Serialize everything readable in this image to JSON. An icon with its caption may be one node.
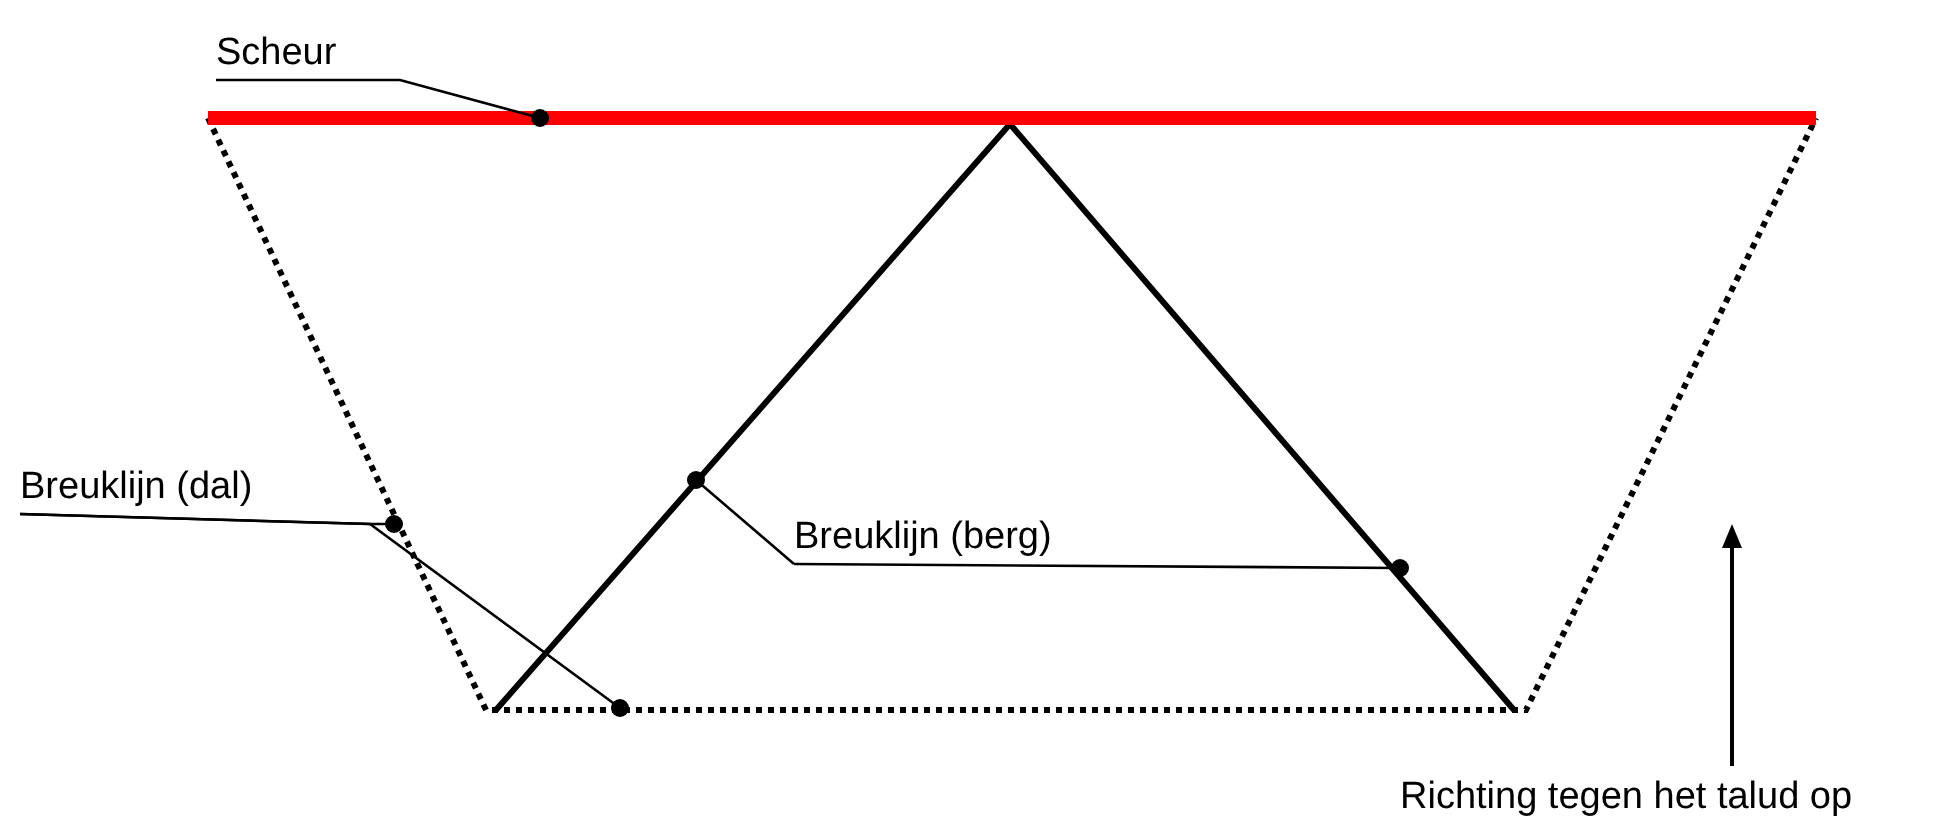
{
  "diagram": {
    "nodes": [
      {
        "text": [
          "Scheur"
        ]
      },
      {
        "text": [
          "Breuklijn (dal)"
        ]
      },
      {
        "text": [
          "Breuklijn (berg)"
        ]
      }
    ],
    "edges": [
      {
        "from": 0,
        "to": null,
        "arrow": "other"
      },
      {
        "from": 1,
        "to": null,
        "arrow": "other"
      },
      {
        "from": 1,
        "to": null,
        "arrow": "other"
      },
      {
        "from": 2,
        "to": null,
        "arrow": "other"
      },
      {
        "from": 2,
        "to": null,
        "arrow": "other"
      }
    ],
    "labels": [
      "Richting tegen het talud op"
    ]
  }
}
